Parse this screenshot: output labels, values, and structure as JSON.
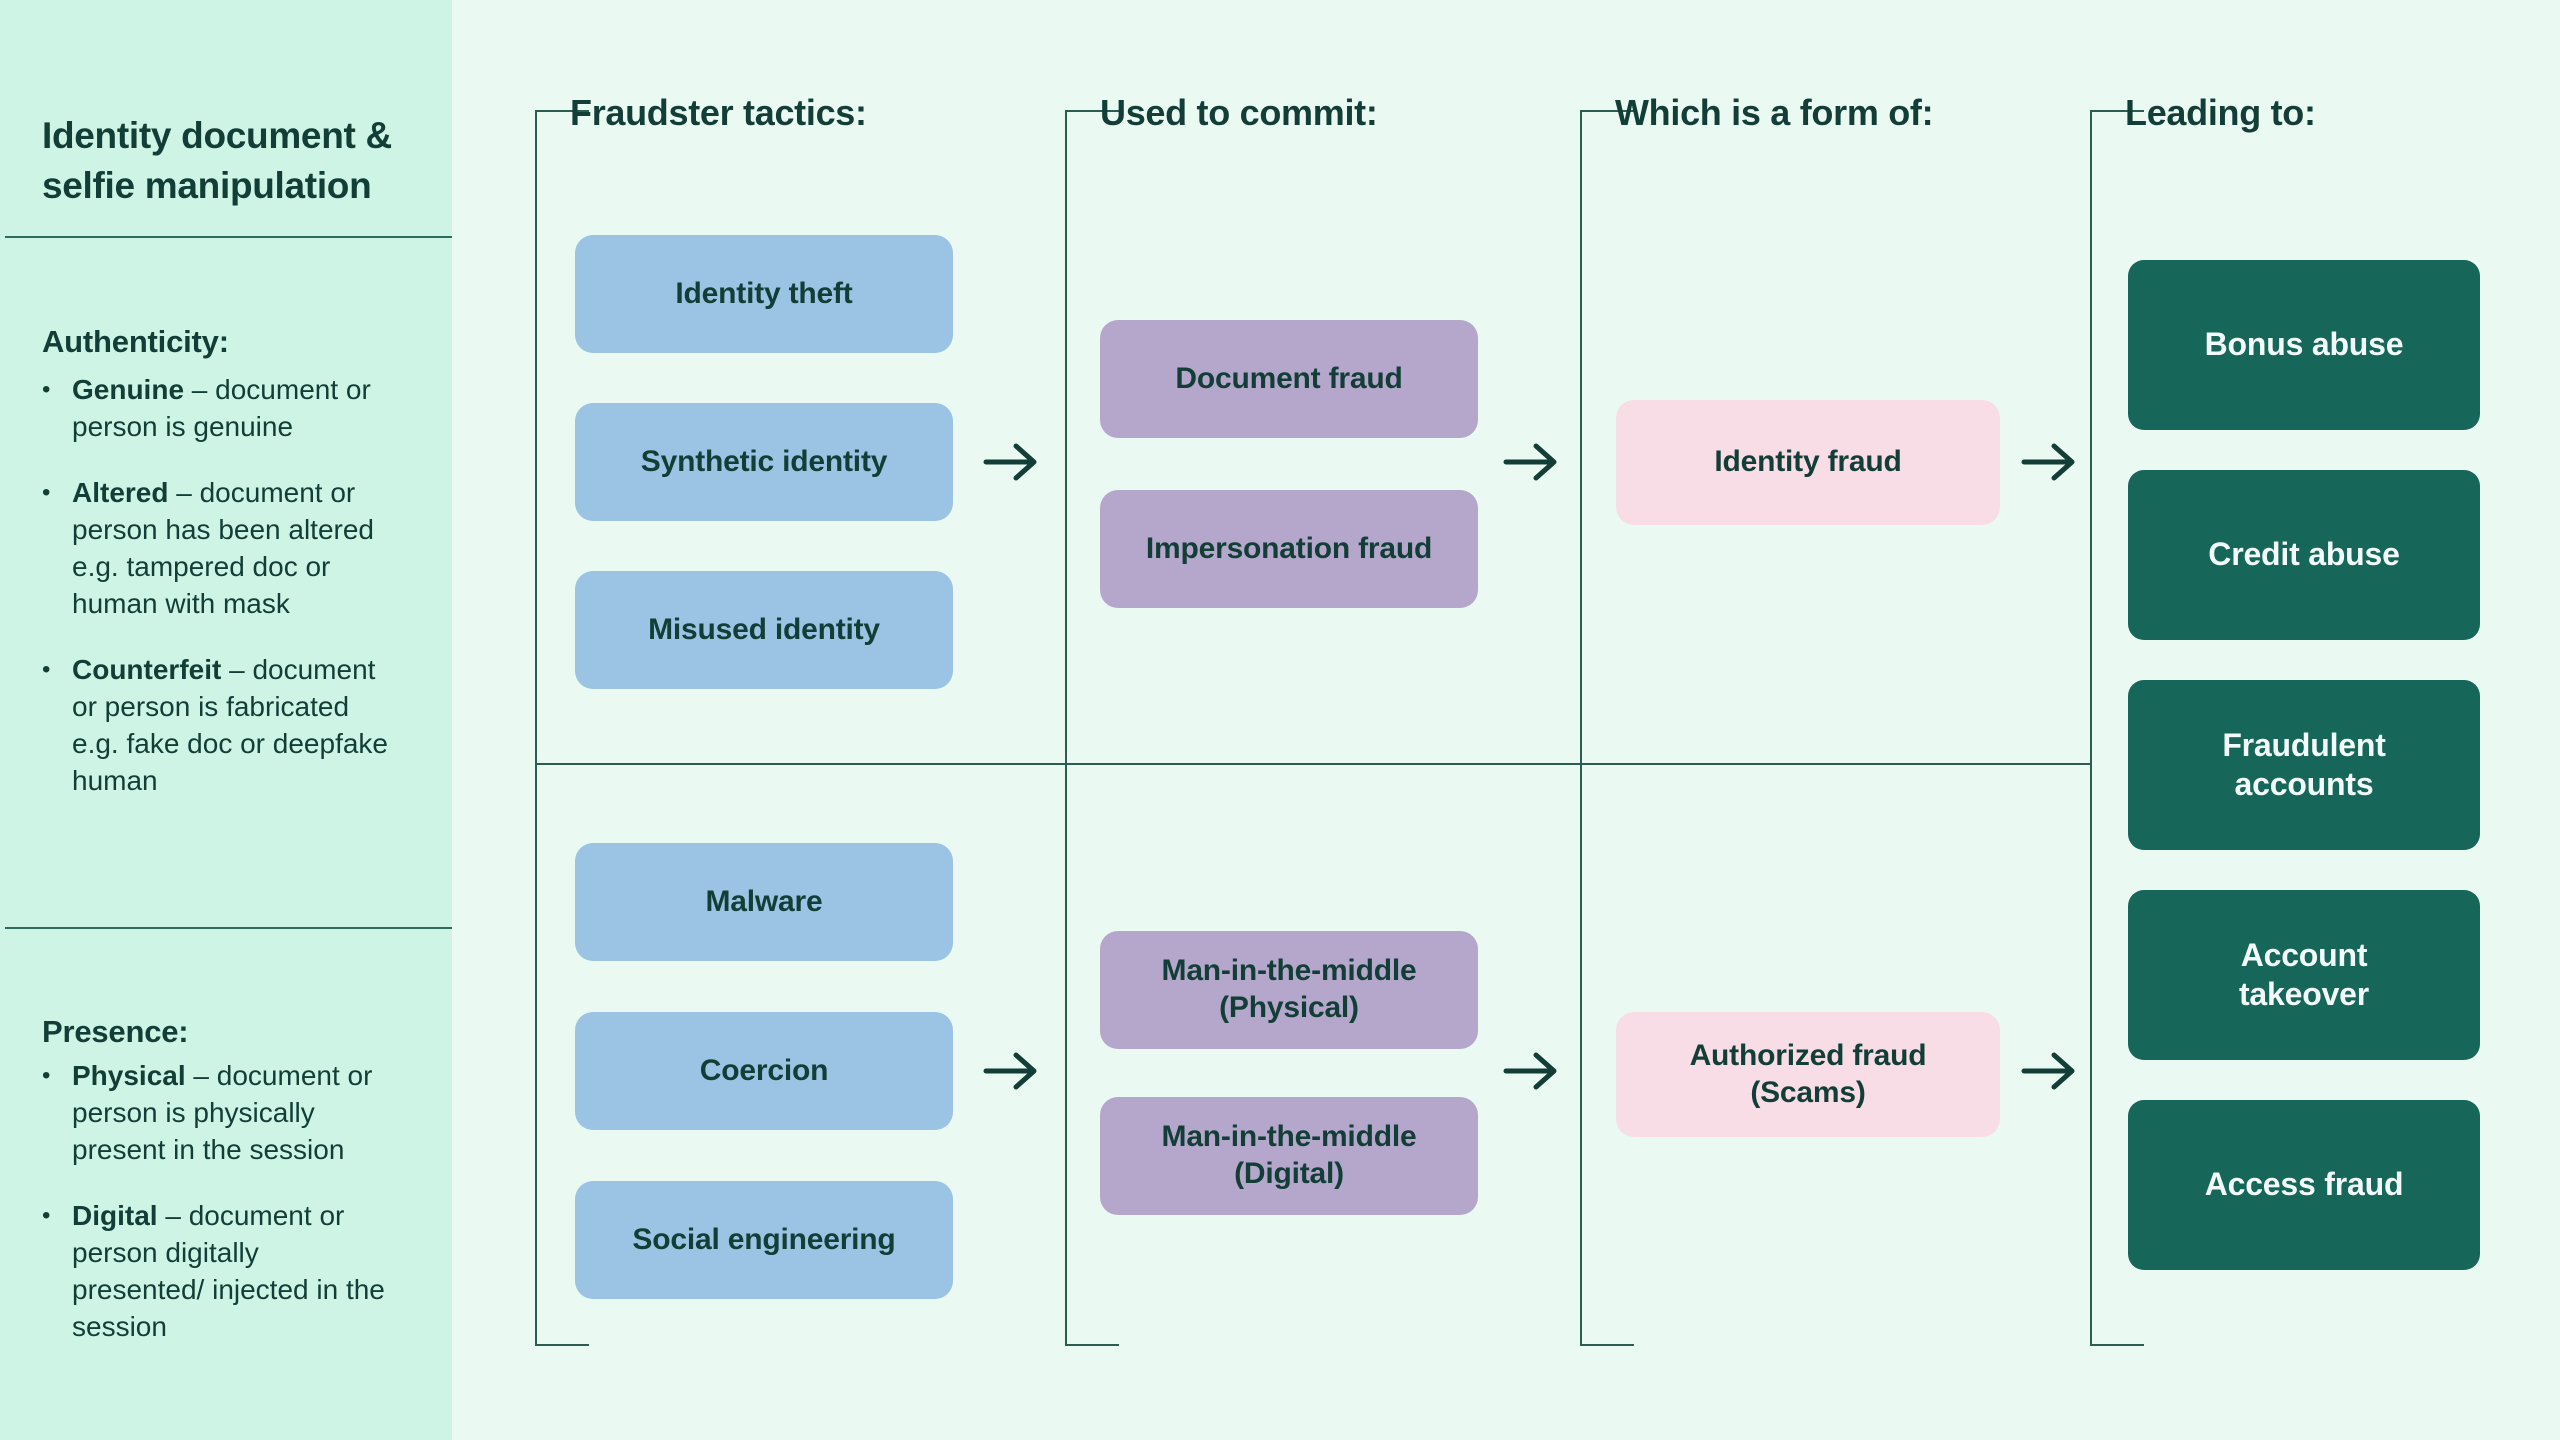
{
  "colors": {
    "page_bg": "#eafaf3",
    "sidebar_bg": "#cdf4e4",
    "ink": "#123e37",
    "line": "#2c5d53",
    "tactic_box": "#9bc4e4",
    "commit_box": "#b4a7cb",
    "form_box": "#f9dde6",
    "outcome_box": "#166659",
    "outcome_text": "#f2fbf9"
  },
  "sidebar": {
    "title": "Identity document & selfie manipulation",
    "authenticity": {
      "heading": "Authenticity:",
      "bullets": [
        {
          "term": "Genuine",
          "desc": "– document or person is genuine"
        },
        {
          "term": "Altered",
          "desc": "– document or person has been altered e.g. tampered doc or human with mask"
        },
        {
          "term": "Counterfeit",
          "desc": "– document or person is fabricated e.g. fake doc or deepfake human"
        }
      ]
    },
    "presence": {
      "heading": "Presence:",
      "bullets": [
        {
          "term": "Physical",
          "desc": "– document or person is physically present in the session"
        },
        {
          "term": "Digital",
          "desc": "– document or person digitally presented/ injected in the session"
        }
      ]
    }
  },
  "flow": {
    "col1": {
      "header": "Fraudster tactics:",
      "top": [
        "Identity theft",
        "Synthetic identity",
        "Misused identity"
      ],
      "bottom": [
        "Malware",
        "Coercion",
        "Social engineering"
      ]
    },
    "col2": {
      "header": "Used to commit:",
      "top": [
        "Document fraud",
        "Impersonation fraud"
      ],
      "bottom": [
        "Man-in-the-middle (Physical)",
        "Man-in-the-middle (Digital)"
      ]
    },
    "col3": {
      "header": "Which is a form of:",
      "top": [
        "Identity fraud"
      ],
      "bottom": [
        "Authorized fraud (Scams)"
      ]
    },
    "col4": {
      "header": "Leading to:",
      "boxes": [
        "Bonus abuse",
        "Credit abuse",
        "Fraudulent accounts",
        "Account takeover",
        "Access fraud"
      ]
    }
  }
}
